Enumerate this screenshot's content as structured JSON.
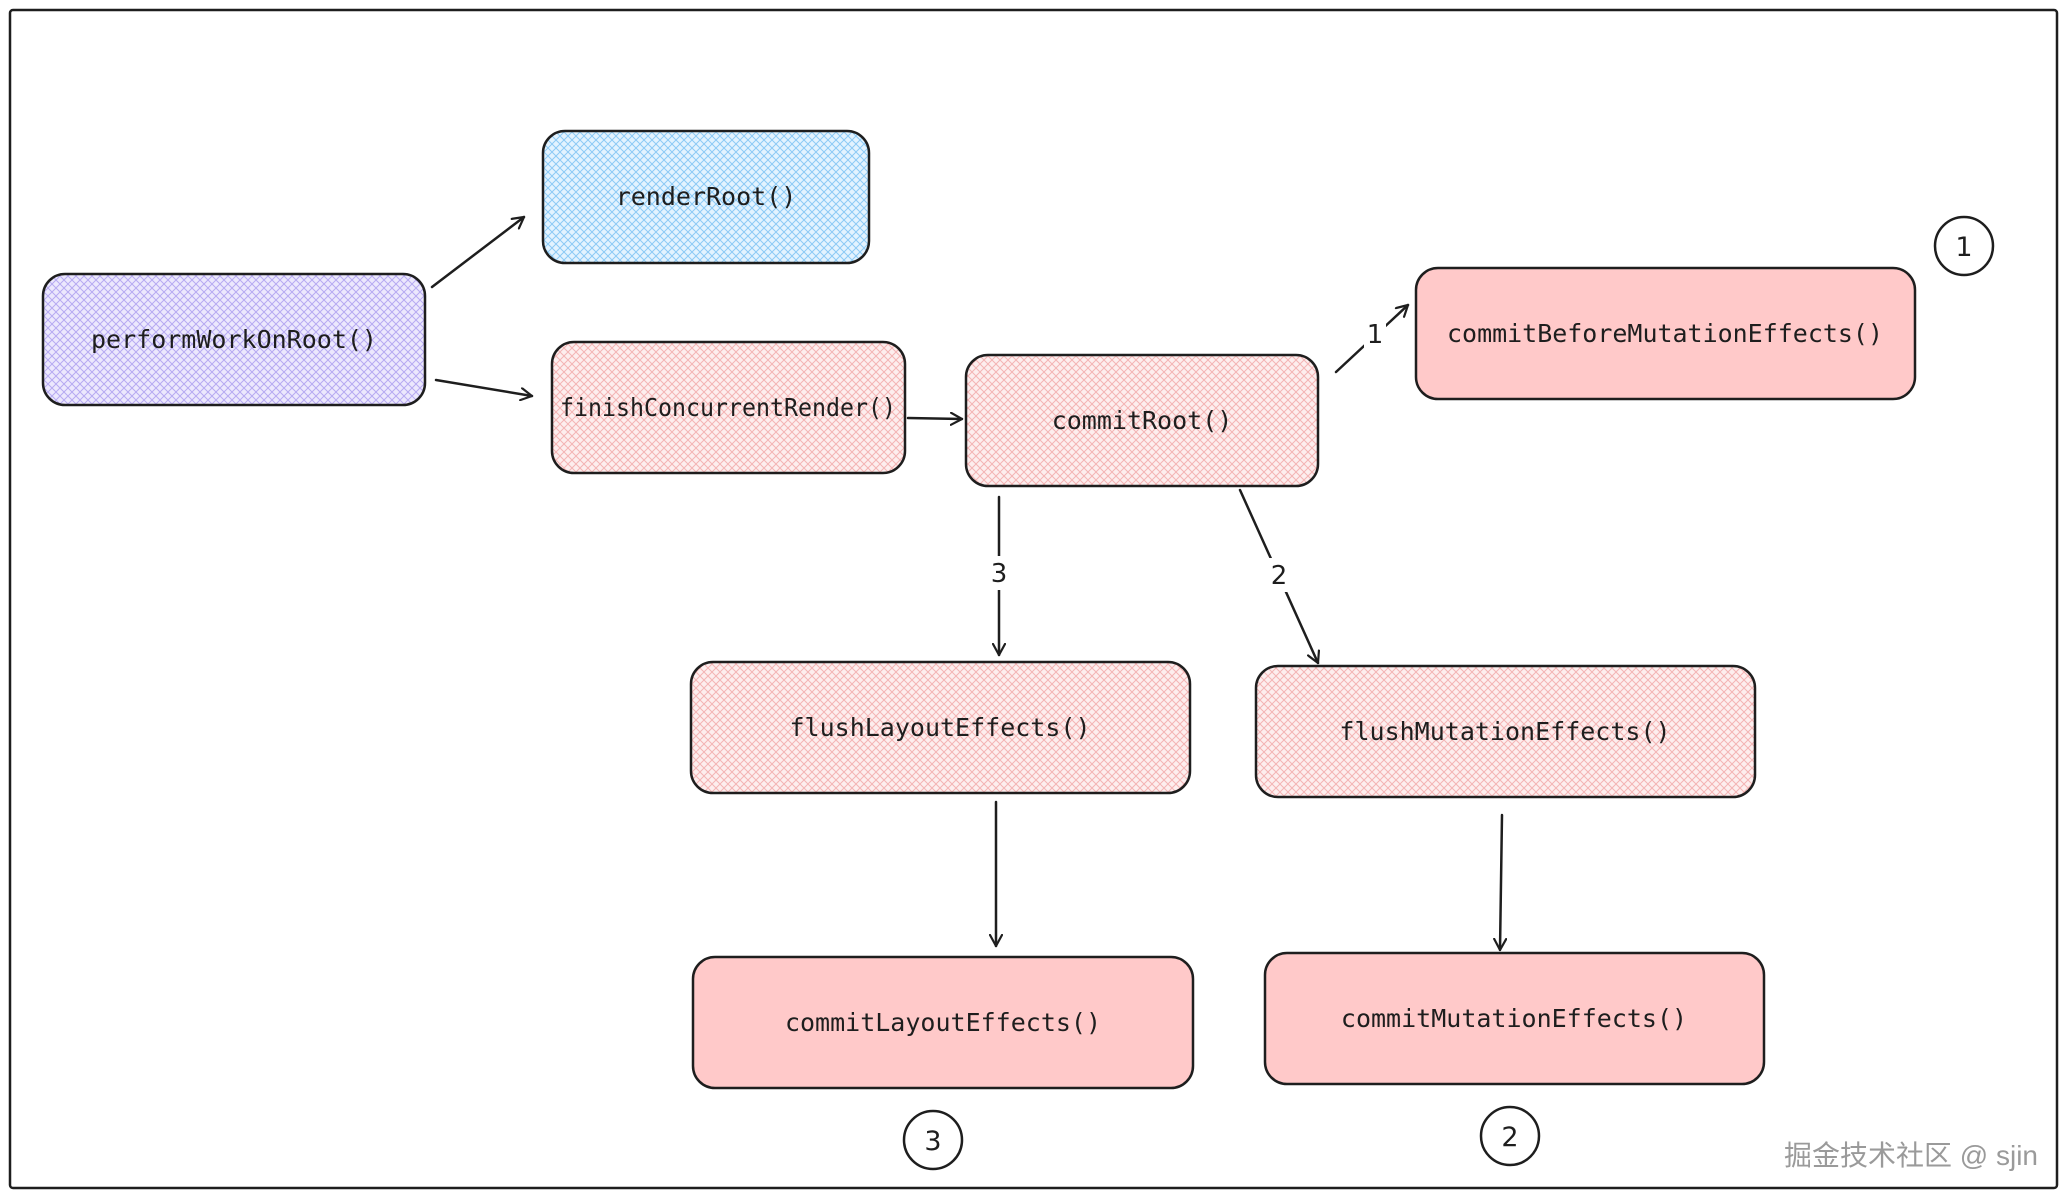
{
  "nodes": {
    "perform_work_on_root": {
      "label": "performWorkOnRoot()"
    },
    "render_root": {
      "label": "renderRoot()"
    },
    "finish_concurrent_render": {
      "label": "finishConcurrentRender()"
    },
    "commit_root": {
      "label": "commitRoot()"
    },
    "commit_before_mutation_effects": {
      "label": "commitBeforeMutationEffects()"
    },
    "flush_layout_effects": {
      "label": "flushLayoutEffects()"
    },
    "flush_mutation_effects": {
      "label": "flushMutationEffects()"
    },
    "commit_layout_effects": {
      "label": "commitLayoutEffects()"
    },
    "commit_mutation_effects": {
      "label": "commitMutationEffects()"
    }
  },
  "edges": {
    "to_before_mutation": {
      "label": "1"
    },
    "to_flush_mutation": {
      "label": "2"
    },
    "to_flush_layout": {
      "label": "3"
    }
  },
  "step_markers": {
    "before_mutation": "1",
    "mutation": "2",
    "layout": "3"
  },
  "colors": {
    "purple_fill": "#cfc6f7",
    "blue_fill": "#a5d8ff",
    "light_red_fill": "#ffc9c9",
    "red_fill": "#ffc9c9",
    "stroke": "#1e1e1e"
  },
  "watermark": "掘金技术社区 @ sjin"
}
